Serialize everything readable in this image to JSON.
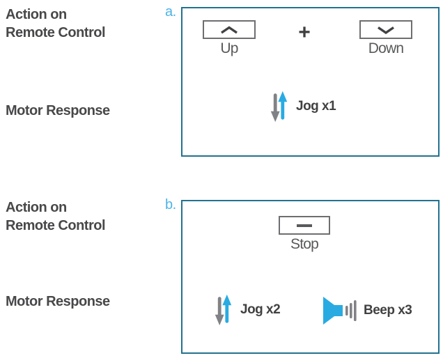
{
  "colors": {
    "accent_blue": "#29abe2",
    "letter_blue": "#4db3e6",
    "panel_border": "#21728f",
    "dark_text": "#414042",
    "gray_text": "#58595b",
    "button_border": "#6d6e71",
    "arrow_gray": "#808285"
  },
  "sections": [
    {
      "letter": "a.",
      "action_label": "Action on\nRemote Control",
      "response_label": "Motor Response",
      "up_button_caption": "Up",
      "plus": "+",
      "down_button_caption": "Down",
      "responses": [
        {
          "icon": "jog-arrows-icon",
          "label": "Jog x1"
        }
      ]
    },
    {
      "letter": "b.",
      "action_label": "Action on\nRemote Control",
      "response_label": "Motor Response",
      "stop_button_caption": "Stop",
      "responses": [
        {
          "icon": "jog-arrows-icon",
          "label": "Jog x2"
        },
        {
          "icon": "speaker-icon",
          "label": "Beep x3"
        }
      ]
    }
  ]
}
